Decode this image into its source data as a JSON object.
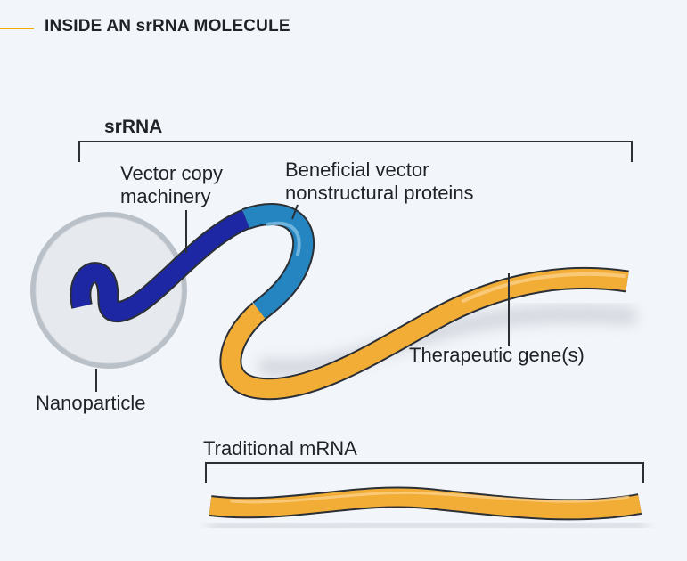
{
  "header": {
    "title": "INSIDE AN srRNA MOLECULE"
  },
  "srrna": {
    "bracket_label": "srRNA",
    "labels": {
      "vector_copy_machinery_line1": "Vector copy",
      "vector_copy_machinery_line2": "machinery",
      "nonstructural_line1": "Beneficial vector",
      "nonstructural_line2": "nonstructural proteins",
      "therapeutic_genes": "Therapeutic gene(s)",
      "nanoparticle": "Nanoparticle"
    }
  },
  "mrna": {
    "bracket_label": "Traditional mRNA"
  },
  "colors": {
    "accent": "#f2a900",
    "dark_blue": "#1d27a3",
    "light_blue": "#2585c1",
    "orange": "#f2ad36",
    "nanoparticle_fill": "#e6e9ee",
    "nanoparticle_ring": "#b9c0c8",
    "outline": "#2b2f36"
  }
}
